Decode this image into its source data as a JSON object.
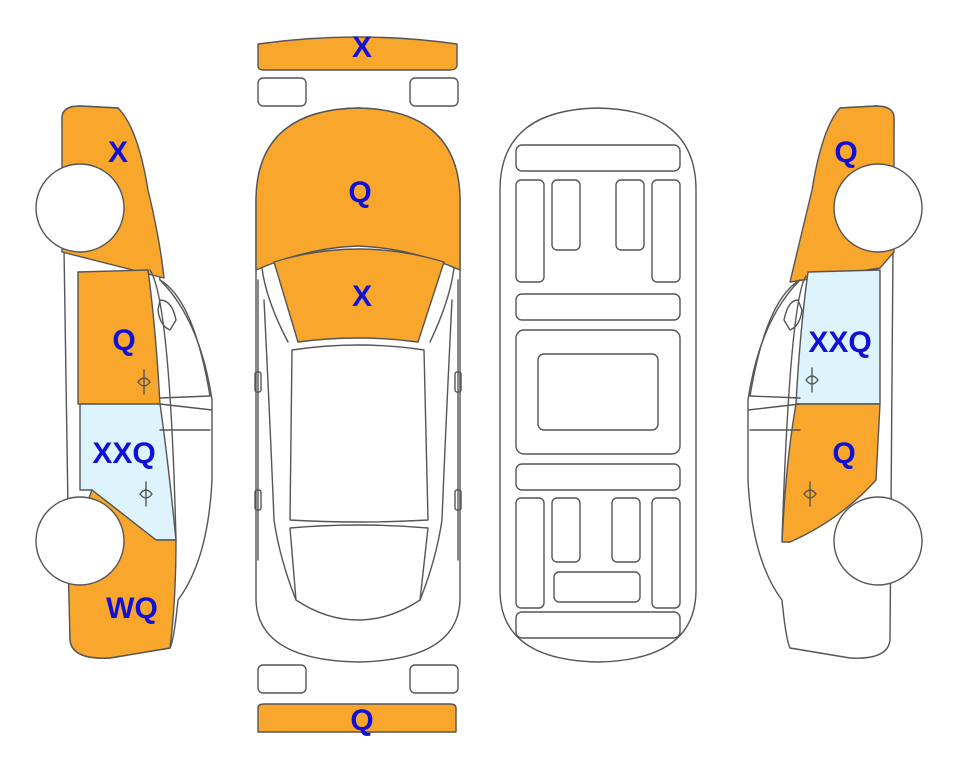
{
  "colors": {
    "damaged": "#F9A62D",
    "glass_damaged": "#DDF4FC",
    "outline": "#555555",
    "label": "#1010D8",
    "background": "#FFFFFF"
  },
  "labels": {
    "front_bumper": "X",
    "hood": "Q",
    "windshield": "X",
    "rear_bumper": "Q",
    "left_front_fender": "X",
    "left_front_door": "Q",
    "left_rear_door_glass": "XXQ",
    "left_rear_quarter": "WQ",
    "right_front_fender": "Q",
    "right_front_door_glass": "XXQ",
    "right_rear_door": "Q"
  }
}
